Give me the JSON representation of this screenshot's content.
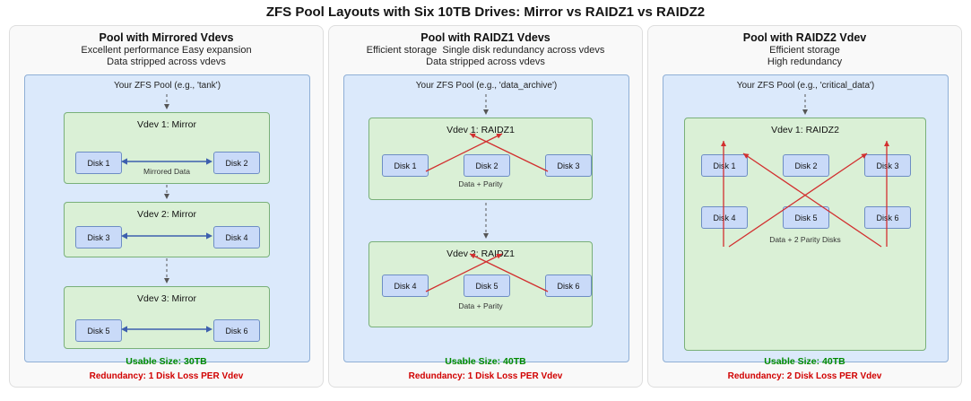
{
  "title": "ZFS Pool Layouts with Six 10TB Drives: Mirror vs RAIDZ1 vs RAIDZ2",
  "colors": {
    "pool_fill": "#dbe9fb",
    "pool_border": "#8fafd6",
    "vdev_fill": "#daf0d6",
    "vdev_border": "#79b079",
    "disk_fill": "#c9daf8",
    "disk_border": "#6d8dc4",
    "mirror_arrow": "#3d5fae",
    "raidz_arrow": "#d22f2f",
    "connector": "#555555",
    "usable_text": "#008a00",
    "redundancy_text": "#d10000"
  },
  "panels": [
    {
      "title": "Pool with Mirrored Vdevs",
      "subtitle1": "Excellent performance Easy expansion",
      "subtitle2": "Data stripped across vdevs",
      "pool_label": "Your ZFS Pool (e.g., 'tank')",
      "vdevs": [
        {
          "label": "Vdev 1: Mirror",
          "disks": [
            "Disk 1",
            "Disk 2"
          ],
          "note": "Mirrored Data"
        },
        {
          "label": "Vdev 2: Mirror",
          "disks": [
            "Disk 3",
            "Disk 4"
          ]
        },
        {
          "label": "Vdev 3: Mirror",
          "disks": [
            "Disk 5",
            "Disk 6"
          ]
        }
      ],
      "usable": "Usable Size: 30TB",
      "redundancy": "Redundancy: 1 Disk Loss PER Vdev"
    },
    {
      "title": "Pool with RAIDZ1 Vdevs",
      "subtitle1": "Efficient storage  Single disk redundancy across vdevs",
      "subtitle2": "Data stripped across vdevs",
      "pool_label": "Your ZFS Pool (e.g., 'data_archive')",
      "vdevs": [
        {
          "label": "Vdev 1: RAIDZ1",
          "disks": [
            "Disk 1",
            "Disk 2",
            "Disk 3"
          ],
          "note": "Data + Parity"
        },
        {
          "label": "Vdev 2: RAIDZ1",
          "disks": [
            "Disk 4",
            "Disk 5",
            "Disk 6"
          ],
          "note": "Data + Parity"
        }
      ],
      "usable": "Usable Size: 40TB",
      "redundancy": "Redundancy: 1 Disk Loss PER Vdev"
    },
    {
      "title": "Pool with RAIDZ2 Vdev",
      "subtitle1": "Efficient storage",
      "subtitle2": "High redundancy",
      "pool_label": "Your ZFS Pool (e.g., 'critical_data')",
      "vdevs": [
        {
          "label": "Vdev 1: RAIDZ2",
          "disks": [
            "Disk 1",
            "Disk 2",
            "Disk 3",
            "Disk 4",
            "Disk 5",
            "Disk 6"
          ],
          "note": "Data + 2 Parity Disks"
        }
      ],
      "usable": "Usable Size: 40TB",
      "redundancy": "Redundancy: 2 Disk Loss PER Vdev"
    }
  ]
}
